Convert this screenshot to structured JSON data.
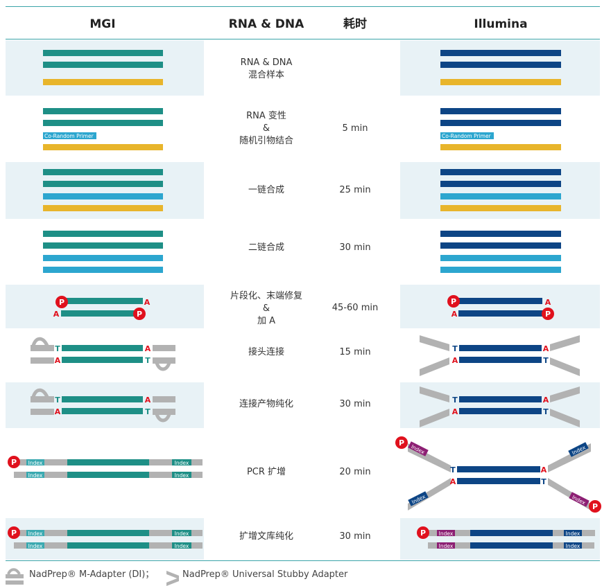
{
  "headers": {
    "mgi": "MGI",
    "middle": "RNA & DNA",
    "time": "耗时",
    "illumina": "Illumina"
  },
  "colors": {
    "teal": "#1e8f86",
    "navy": "#0d4585",
    "gold": "#e8b52b",
    "light_blue": "#2ca6cf",
    "panel_bg": "#e8f2f6",
    "gray_adapter": "#b2b2b2",
    "red_p": "#e0111d",
    "index_bg_mgi": "#c9c9c9",
    "index_bg_illumina": "#8c1f73",
    "index_text": "#ffffff",
    "label_blue": "#2ca6cf",
    "border_teal": "#3aa3a8"
  },
  "labels": {
    "co_random_primer": "Co-Random Primer",
    "index": "Index",
    "p": "P",
    "a": "A",
    "t": "T"
  },
  "steps": [
    {
      "id": "mixed-sample",
      "lines": [
        "RNA & DNA",
        "混合样本"
      ],
      "time": ""
    },
    {
      "id": "denature",
      "lines": [
        "RNA 变性",
        "&",
        "随机引物结合"
      ],
      "time": "5 min"
    },
    {
      "id": "first-strand",
      "lines": [
        "一链合成"
      ],
      "time": "25 min"
    },
    {
      "id": "second-strand",
      "lines": [
        "二链合成"
      ],
      "time": "30 min"
    },
    {
      "id": "end-repair",
      "lines": [
        "片段化、末端修复",
        "&",
        "加 A"
      ],
      "time": "45-60 min"
    },
    {
      "id": "ligation",
      "lines": [
        "接头连接"
      ],
      "time": "15 min"
    },
    {
      "id": "ligation-cleanup",
      "lines": [
        "连接产物纯化"
      ],
      "time": "30 min"
    },
    {
      "id": "pcr",
      "lines": [
        "PCR 扩增"
      ],
      "time": "20 min"
    },
    {
      "id": "library-cleanup",
      "lines": [
        "扩增文库纯化"
      ],
      "time": "30 min"
    }
  ],
  "legend": {
    "m_adapter": "NadPrep® M-Adapter (DI)；",
    "stubby_adapter": "NadPrep® Universal Stubby Adapter"
  }
}
